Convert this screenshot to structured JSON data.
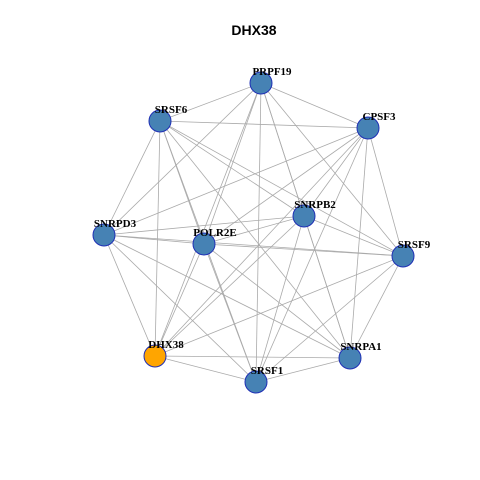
{
  "title": "DHX38",
  "colors": {
    "node_fill": "#4682B4",
    "highlight_fill": "#FFA500",
    "node_stroke": "#1F2FB5",
    "edge": "#AAAAAA"
  },
  "nodes": [
    {
      "id": "PRPF19",
      "label": "PRPF19",
      "highlight": false
    },
    {
      "id": "SRSF6",
      "label": "SRSF6",
      "highlight": false
    },
    {
      "id": "CPSF3",
      "label": "CPSF3",
      "highlight": false
    },
    {
      "id": "SNRPB2",
      "label": "SNRPB2",
      "highlight": false
    },
    {
      "id": "SNRPD3",
      "label": "SNRPD3",
      "highlight": false
    },
    {
      "id": "POLR2E",
      "label": "POLR2E",
      "highlight": false
    },
    {
      "id": "SRSF9",
      "label": "SRSF9",
      "highlight": false
    },
    {
      "id": "DHX38",
      "label": "DHX38",
      "highlight": true
    },
    {
      "id": "SNRPA1",
      "label": "SNRPA1",
      "highlight": false
    },
    {
      "id": "SRSF1",
      "label": "SRSF1",
      "highlight": false
    }
  ],
  "edges": [
    [
      "PRPF19",
      "SRSF6"
    ],
    [
      "PRPF19",
      "CPSF3"
    ],
    [
      "PRPF19",
      "SNRPB2"
    ],
    [
      "PRPF19",
      "SNRPD3"
    ],
    [
      "PRPF19",
      "POLR2E"
    ],
    [
      "PRPF19",
      "SRSF9"
    ],
    [
      "PRPF19",
      "DHX38"
    ],
    [
      "PRPF19",
      "SNRPA1"
    ],
    [
      "PRPF19",
      "SRSF1"
    ],
    [
      "SRSF6",
      "CPSF3"
    ],
    [
      "SRSF6",
      "SNRPB2"
    ],
    [
      "SRSF6",
      "SNRPD3"
    ],
    [
      "SRSF6",
      "POLR2E"
    ],
    [
      "SRSF6",
      "SRSF9"
    ],
    [
      "SRSF6",
      "DHX38"
    ],
    [
      "SRSF6",
      "SNRPA1"
    ],
    [
      "SRSF6",
      "SRSF1"
    ],
    [
      "CPSF3",
      "SNRPB2"
    ],
    [
      "CPSF3",
      "SNRPD3"
    ],
    [
      "CPSF3",
      "POLR2E"
    ],
    [
      "CPSF3",
      "SRSF9"
    ],
    [
      "CPSF3",
      "DHX38"
    ],
    [
      "CPSF3",
      "SNRPA1"
    ],
    [
      "CPSF3",
      "SRSF1"
    ],
    [
      "SNRPB2",
      "SNRPD3"
    ],
    [
      "SNRPB2",
      "POLR2E"
    ],
    [
      "SNRPB2",
      "SRSF9"
    ],
    [
      "SNRPB2",
      "DHX38"
    ],
    [
      "SNRPB2",
      "SNRPA1"
    ],
    [
      "SNRPB2",
      "SRSF1"
    ],
    [
      "SNRPD3",
      "POLR2E"
    ],
    [
      "SNRPD3",
      "SRSF9"
    ],
    [
      "SNRPD3",
      "DHX38"
    ],
    [
      "SNRPD3",
      "SNRPA1"
    ],
    [
      "SNRPD3",
      "SRSF1"
    ],
    [
      "POLR2E",
      "SRSF9"
    ],
    [
      "POLR2E",
      "DHX38"
    ],
    [
      "POLR2E",
      "SNRPA1"
    ],
    [
      "POLR2E",
      "SRSF1"
    ],
    [
      "SRSF9",
      "DHX38"
    ],
    [
      "SRSF9",
      "SNRPA1"
    ],
    [
      "SRSF9",
      "SRSF1"
    ],
    [
      "DHX38",
      "SNRPA1"
    ],
    [
      "DHX38",
      "SRSF1"
    ],
    [
      "SNRPA1",
      "SRSF1"
    ]
  ]
}
